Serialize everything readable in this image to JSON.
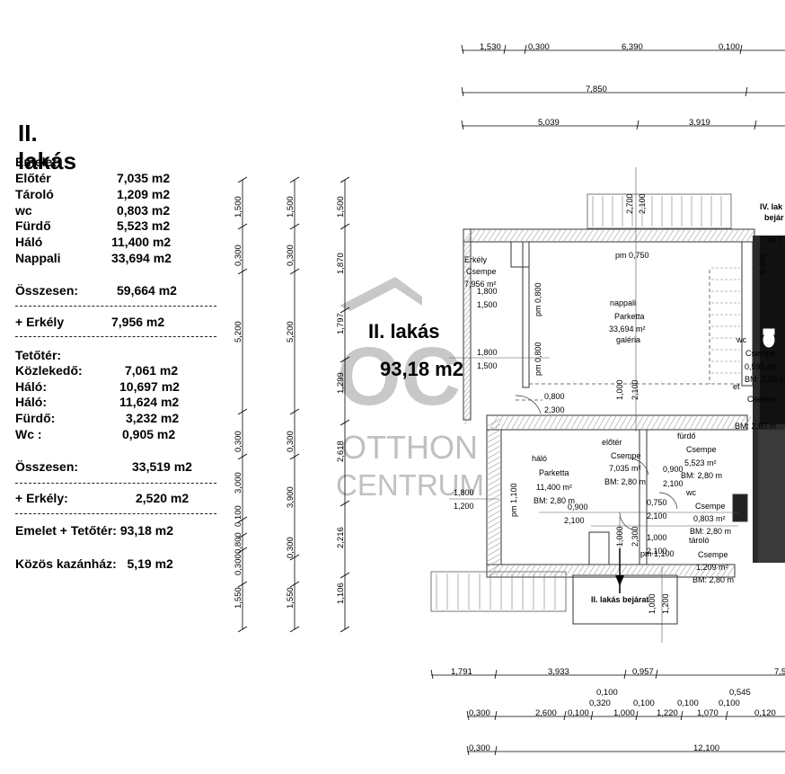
{
  "legend": {
    "title": "II. lakás",
    "emelet_heading": "Emelet:",
    "emelet_rows": [
      {
        "label": "Előtér",
        "value": "7,035 m2"
      },
      {
        "label": "Tároló",
        "value": "1,209 m2"
      },
      {
        "label": "wc",
        "value": "0,803 m2"
      },
      {
        "label": "Fürdő",
        "value": "5,523 m2"
      },
      {
        "label": "Háló",
        "value": "11,400 m2"
      },
      {
        "label": "Nappali",
        "value": "33,694 m2"
      }
    ],
    "emelet_total_label": "Összesen:",
    "emelet_total_value": "59,664 m2",
    "erkely1_label": "+ Erkély",
    "erkely1_value": "7,956 m2",
    "teto_heading": "Tetőtér:",
    "teto_rows": [
      {
        "label": "Közlekedő:",
        "value": "7,061 m2"
      },
      {
        "label": "Háló:",
        "value": "10,697 m2"
      },
      {
        "label": "Háló:",
        "value": "11,624 m2"
      },
      {
        "label": "Fürdő:",
        "value": "3,232 m2"
      },
      {
        "label": "Wc :",
        "value": "0,905 m2"
      }
    ],
    "teto_total_label": "Összesen:",
    "teto_total_value": "33,519 m2",
    "erkely2_label": "+ Erkély:",
    "erkely2_value": "2,520 m2",
    "sum_line": "Emelet + Tetőtér: 93,18 m2",
    "kazan_line": "Közös kazánház:   5,19 m2"
  },
  "vertical_dims": {
    "col1": [
      "1,500",
      "0,300",
      "5,200",
      "0,300",
      "3,000",
      "0,100",
      "0,800",
      "0,300",
      "1,550"
    ],
    "col2": [
      "1,500",
      "0,300",
      "5,200",
      "0,300",
      "3,900",
      "0,300",
      "1,550"
    ],
    "col3": [
      "1,500",
      "1,870",
      "1,797",
      "1,299",
      "2,618",
      "2,216",
      "1,106"
    ]
  },
  "top_dims": {
    "row1": [
      "1,530",
      "0,300",
      "6,390",
      "0,100"
    ],
    "row2": [
      "7,850"
    ],
    "row3": [
      "5,039",
      "3,919"
    ]
  },
  "bottom_dims": {
    "row1": [
      "1,791",
      "3,933",
      "0,957",
      "7,5"
    ],
    "row2_upper": [
      "0,100",
      "0,545",
      "0,320",
      "0,100",
      "0,100",
      "0,100"
    ],
    "row2": [
      "0,300",
      "2,600",
      "0,100",
      "1,000",
      "1,220",
      "1,070",
      "0,120"
    ],
    "row3": [
      "0,300",
      "12,100"
    ]
  },
  "watermark": {
    "line1": "OTTHON",
    "line2": "CENTRUM"
  },
  "plan": {
    "apt_title": "II. lakás",
    "apt_area": "93,18 m2",
    "entrance": "II. lakás bejárat",
    "neighbor_label": "IV. lak",
    "neighbor_label2": "bejár",
    "rooms": {
      "erkely": {
        "name": "Erkély",
        "floor": "Csempe",
        "area": "7,956 m²"
      },
      "nappali": {
        "name": "nappali",
        "floor": "Parketta",
        "area": "33,694 m²",
        "extra": "galéria"
      },
      "halo": {
        "name": "háló",
        "floor": "Parketta",
        "area": "11,400 m²",
        "bm": "BM: 2,80 m"
      },
      "eloter": {
        "name": "előtér",
        "floor": "Csempe",
        "area": "7,035 m²",
        "bm": "BM: 2,80 m"
      },
      "furdo": {
        "name": "fürdő",
        "floor": "Csempe",
        "area": "5,523 m²",
        "bm": "BM: 2,80 m"
      },
      "wc": {
        "name": "wc",
        "floor": "Csempe",
        "area": "0,803 m²",
        "bm": "BM: 2,80 m"
      },
      "tarolo": {
        "name": "tároló",
        "floor": "Csempe",
        "area": "1,209 m²",
        "bm": "BM: 2,80 m"
      }
    },
    "labels": [
      "pm 0,750",
      "pm 0,800",
      "pm 0,800",
      "pm 1,100",
      "pm 1,100",
      "1,800",
      "1,500",
      "1,800",
      "1,500",
      "0,800",
      "2,300",
      "1,000",
      "2,100",
      "1,800",
      "1,200",
      "0,900",
      "2,100",
      "1,000",
      "2,300",
      "0,750",
      "2,100",
      "1,000",
      "2,100",
      "0,900",
      "2,100",
      "2,700",
      "2,100",
      "1,000",
      "1,200"
    ],
    "right_fragments": [
      "wc",
      "Csempe",
      "0,595 m²",
      "BM: 2,80 m",
      "et",
      "Csempe",
      "BM: 2,80 m",
      "0,906",
      "et. l"
    ]
  }
}
